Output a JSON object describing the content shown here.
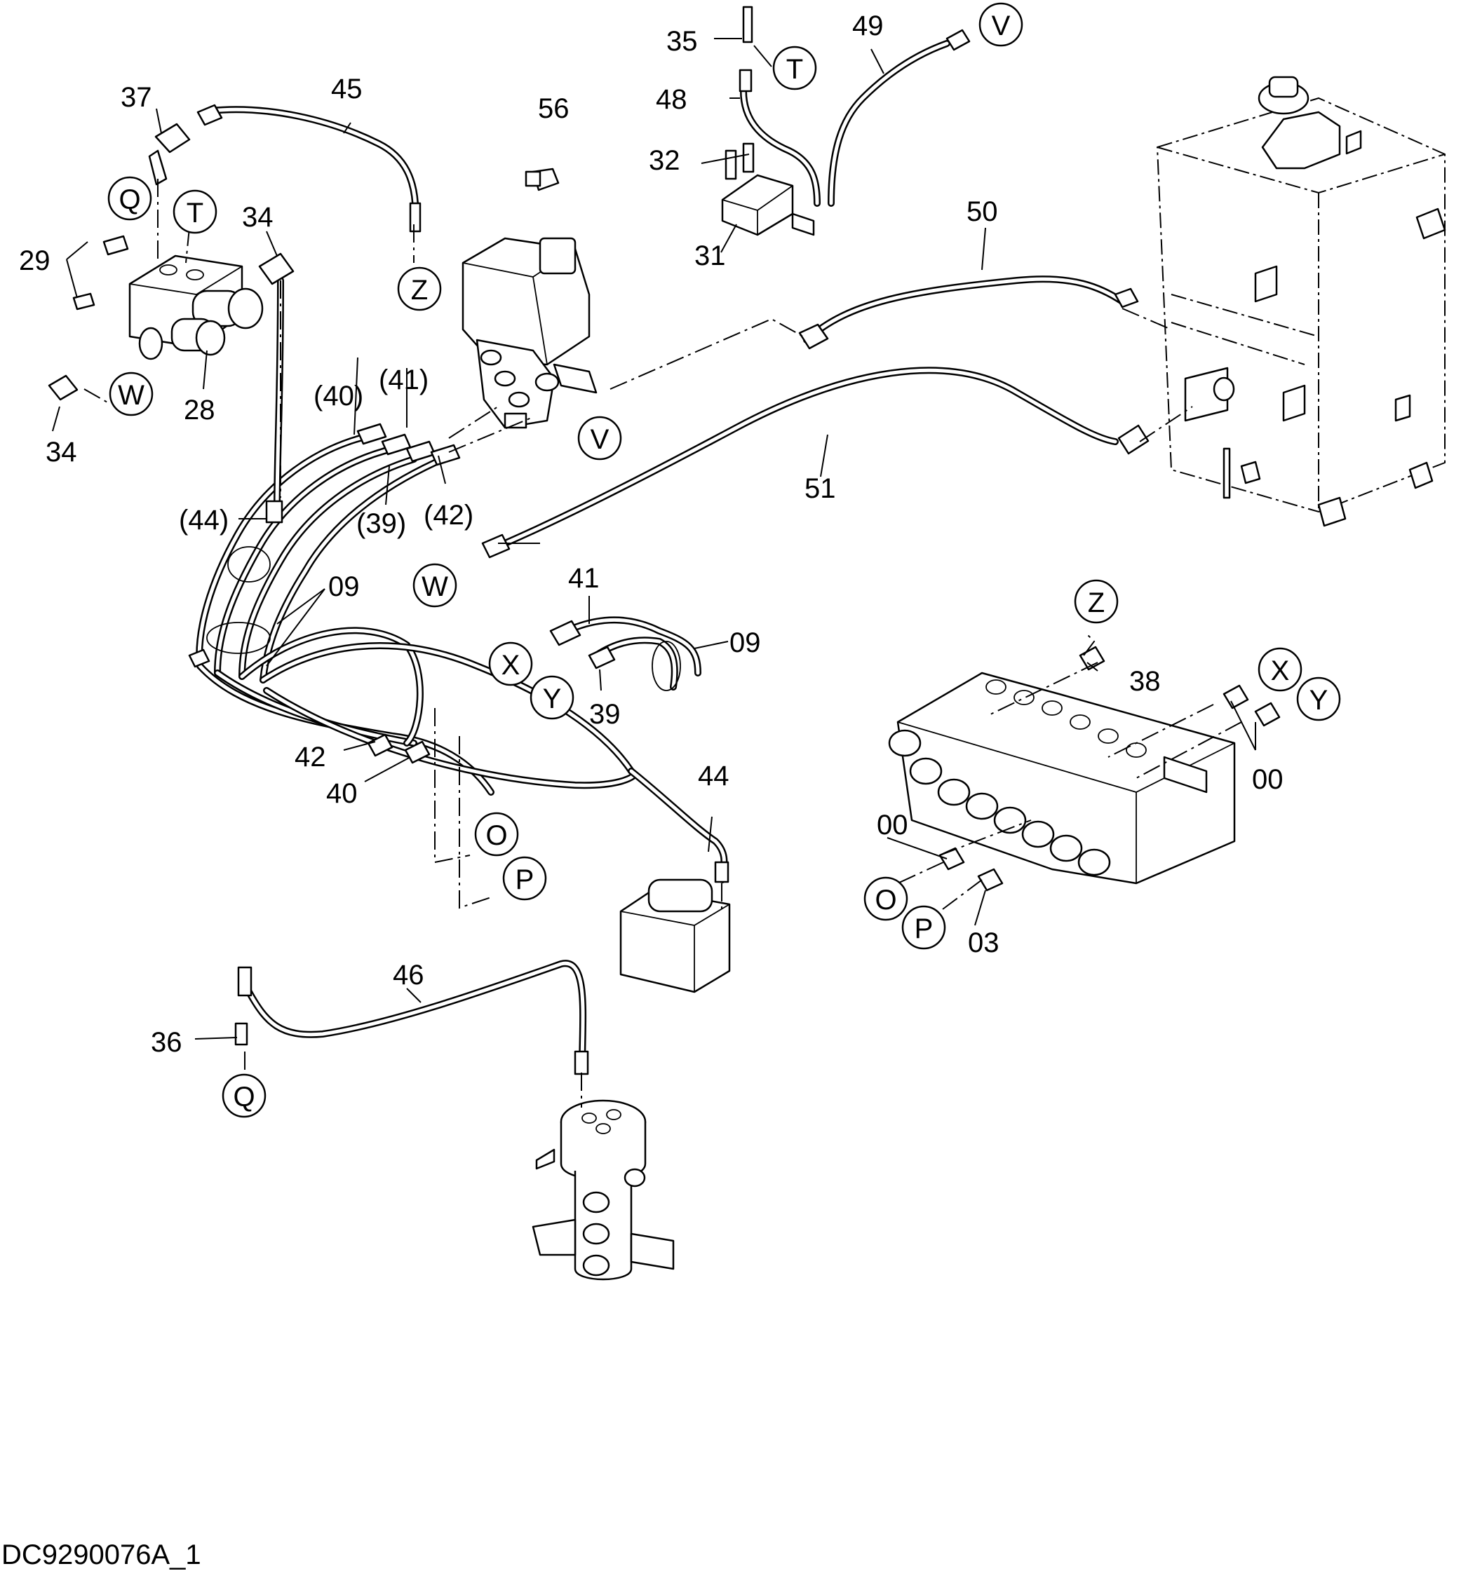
{
  "drawing_id": "DC9290076A_1",
  "callouts": [
    "35",
    "49",
    "48",
    "32",
    "31",
    "56",
    "37",
    "45",
    "29",
    "34",
    "28",
    "50",
    "51",
    "(40)",
    "(41)",
    "(39)",
    "(42)",
    "(44)",
    "09",
    "41",
    "39",
    "42",
    "40",
    "44",
    "38",
    "00",
    "03",
    "46",
    "36"
  ],
  "connectors": [
    "V",
    "T",
    "Q",
    "Z",
    "W",
    "X",
    "Y",
    "O",
    "P"
  ]
}
